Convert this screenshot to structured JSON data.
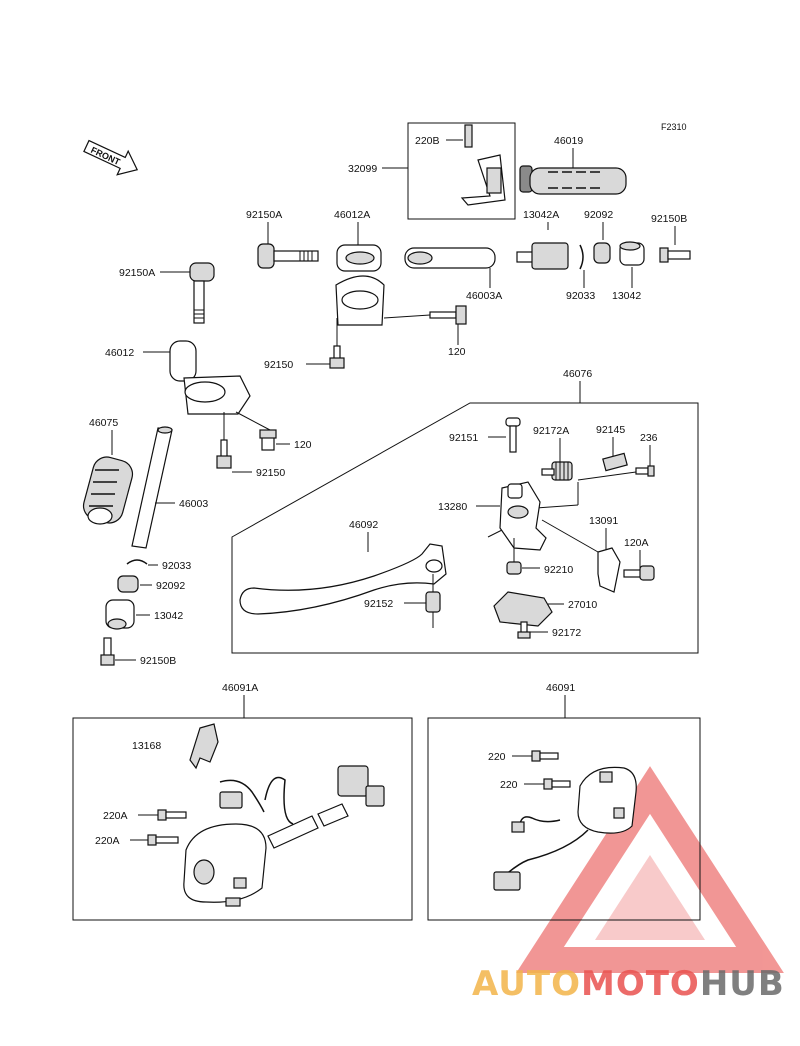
{
  "figure_code": "F2310",
  "front_arrow_label": "FRONT",
  "watermark": {
    "part1": "AUTO",
    "part2": "MOTO",
    "part3": "HUB",
    "colors": {
      "auto": "#f3b44a",
      "moto": "#e9524f",
      "hub": "#6a6a6a",
      "triangle": "#e9524f"
    }
  },
  "callouts": {
    "c32099": "32099",
    "c220B": "220B",
    "c46019": "46019",
    "c92150A_top": "92150A",
    "c46012A": "46012A",
    "c13042A": "13042A",
    "c92092_top": "92092",
    "c92150B_top": "92150B",
    "c92150A_left": "92150A",
    "c46003A": "46003A",
    "c92033_top": "92033",
    "c13042_top": "13042",
    "c46012": "46012",
    "c92150_top": "92150",
    "c120_top": "120",
    "c46076": "46076",
    "c46075": "46075",
    "c120_mid": "120",
    "c92150_mid": "92150",
    "c92151": "92151",
    "c92172A": "92172A",
    "c92145": "92145",
    "c236": "236",
    "c46003": "46003",
    "c13280": "13280",
    "c46092": "46092",
    "c13091": "13091",
    "c120A": "120A",
    "c92210": "92210",
    "c92033_left": "92033",
    "c92092_left": "92092",
    "c92152": "92152",
    "c27010": "27010",
    "c13042_left": "13042",
    "c92172": "92172",
    "c92150B_left": "92150B",
    "c46091A": "46091A",
    "c46091": "46091",
    "c13168": "13168",
    "c220A_1": "220A",
    "c220A_2": "220A",
    "c220_1": "220",
    "c220_2": "220"
  }
}
